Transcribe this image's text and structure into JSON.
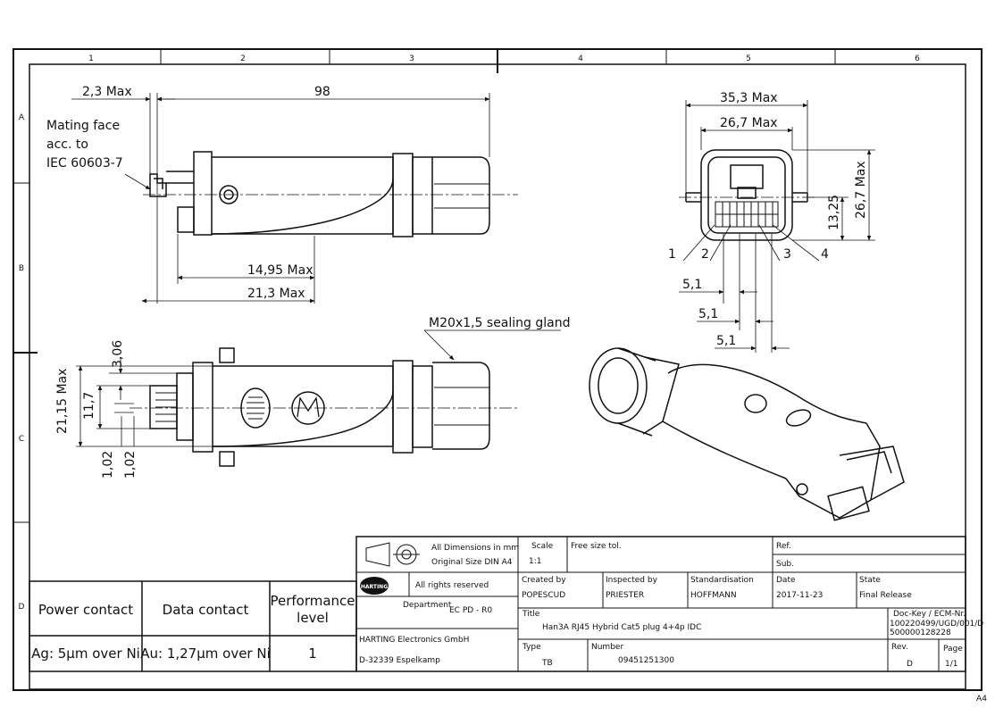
{
  "sheet": {
    "col_labels": [
      "1",
      "2",
      "3",
      "4",
      "5",
      "6"
    ],
    "row_labels": [
      "A",
      "B",
      "C",
      "D"
    ],
    "paper_size": "A4"
  },
  "dimensions": {
    "side_view": {
      "d1": "2,3 Max",
      "d2": "98",
      "d3": "14,95 Max",
      "d4": "21,3 Max",
      "mating_face": [
        "Mating face",
        "acc. to",
        "IEC 60603-7"
      ]
    },
    "front_view": {
      "d1": "35,3 Max",
      "d2": "26,7 Max",
      "d3": "26,7 Max",
      "d4": "13,25",
      "pitch1": "5,1",
      "pitch2": "5,1",
      "pitch3": "5,1",
      "callouts": [
        "1",
        "2",
        "3",
        "4"
      ]
    },
    "top_view": {
      "d1": "3,06",
      "d2": "21,15 Max",
      "d3": "11,7",
      "d4": "1,02",
      "d5": "1,02",
      "gland": "M20x1,5 sealing gland"
    }
  },
  "contact_table": {
    "headers": [
      "Power contact",
      "Data contact",
      "Performance level"
    ],
    "row": [
      "Ag: 5µm over Ni",
      "Au: 1,27µm over Ni",
      "1"
    ]
  },
  "title_block": {
    "dims_note_1": "All Dimensions in mm",
    "dims_note_2": "Original Size DIN A4",
    "scale_label": "Scale",
    "scale_value": "1:1",
    "tolerance": "Free size tol.",
    "ref_label": "Ref.",
    "sub_label": "Sub.",
    "rights": "All rights reserved",
    "logo_text": "HARTING",
    "department_label": "Department",
    "department_value": "EC PD - R0",
    "company": "HARTING Electronics GmbH",
    "address": "D-32339 Espelkamp",
    "created_label": "Created by",
    "created_value": "POPESCUD",
    "inspected_label": "Inspected by",
    "inspected_value": "PRIESTER",
    "standard_label": "Standardisation",
    "standard_value": "HOFFMANN",
    "date_label": "Date",
    "date_value": "2017-11-23",
    "state_label": "State",
    "state_value": "Final Release",
    "title_label": "Title",
    "title_value": "Han3A RJ45 Hybrid Cat5 plug 4+4p IDC",
    "dockey_label": "Doc-Key / ECM-Nr.",
    "dockey_value_1": "100220499/UGD/001/D",
    "dockey_value_2": "500000128228",
    "type_label": "Type",
    "type_value": "TB",
    "number_label": "Number",
    "number_value": "09451251300",
    "rev_label": "Rev.",
    "rev_value": "D",
    "page_label": "Page",
    "page_value": "1/1"
  }
}
